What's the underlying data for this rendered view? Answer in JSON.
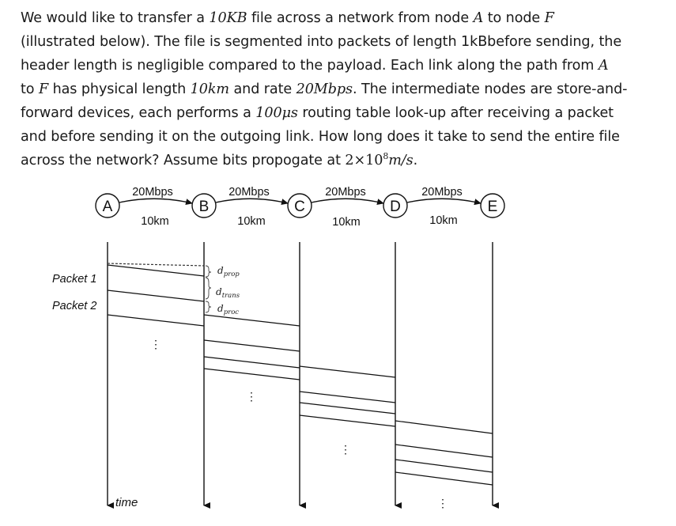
{
  "problem": {
    "l1a": "We would like to transfer a ",
    "l1m1": "10KB",
    "l1b": " file across a network from node ",
    "l1m2": "A",
    "l1c": " to node ",
    "l1m3": "F",
    "l2": "(illustrated below). The file is segmented into packets of length 1kBbefore sending, the",
    "l3a": "header length is negligible compared to the payload. Each link along the path from ",
    "l3m": "A",
    "l4a": "to ",
    "l4m1": "F",
    "l4b": " has physical length ",
    "l4m2": "10km",
    "l4c": " and rate ",
    "l4m3": "20Mbps",
    "l4d": ". The intermediate nodes are store-and-",
    "l5a": "forward devices, each performs a ",
    "l5m": "100μs",
    "l5b": " routing table look-up after receiving a packet",
    "l6": "and before sending it on the outgoing link. How long does it take to send the entire file",
    "l7a": "across the network? Assume bits propogate at ",
    "l7m1": "2×10",
    "l7sup": "8",
    "l7m2": "m/s",
    "l7b": "."
  },
  "diagram": {
    "nodes": [
      "A",
      "B",
      "C",
      "D",
      "E"
    ],
    "rates": [
      "20Mbps",
      "20Mbps",
      "20Mbps",
      "20Mbps"
    ],
    "lengths": [
      "10km",
      "10km",
      "10km",
      "10km"
    ],
    "packet_labels": [
      "Packet 1",
      "Packet 2"
    ],
    "delay_labels": [
      "d",
      "prop",
      "d",
      "trans",
      "d",
      "proc"
    ],
    "time_label": "time",
    "ellipsis": "⋮"
  }
}
